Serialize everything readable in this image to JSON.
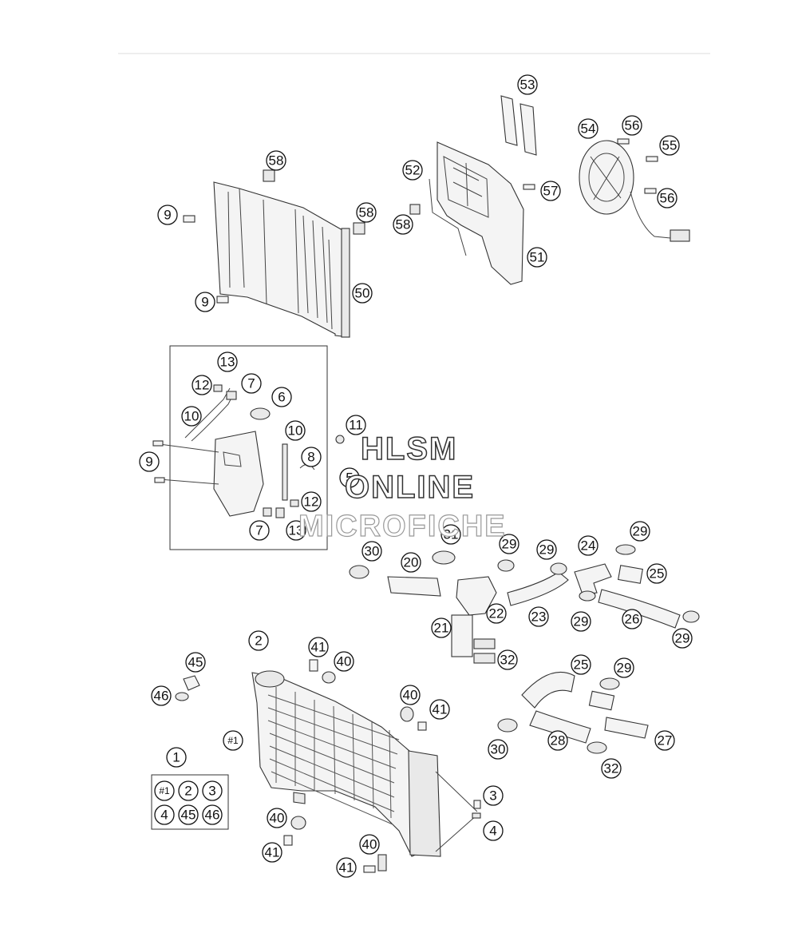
{
  "callouts": {
    "c53": "53",
    "c54": "54",
    "c56a": "56",
    "c55": "55",
    "c52": "52",
    "c57": "57",
    "c56b": "56",
    "c58a": "58",
    "c58b": "58",
    "c58c": "58",
    "c51": "51",
    "c9a": "9",
    "c9b": "9",
    "c50": "50",
    "c13a": "13",
    "c12a": "12",
    "c7a": "7",
    "c6": "6",
    "c10a": "10",
    "c10b": "10",
    "c11": "11",
    "c9c": "9",
    "c8": "8",
    "c5": "5",
    "c12b": "12",
    "c7b": "7",
    "c13b": "13",
    "c29a": "29",
    "c31": "31",
    "c29b": "29",
    "c29c": "29",
    "c24": "24",
    "c30a": "30",
    "c20": "20",
    "c25a": "25",
    "c22": "22",
    "c23": "23",
    "c29d": "29",
    "c26": "26",
    "c21": "21",
    "c29e": "29",
    "c32a": "32",
    "c2": "2",
    "c41a": "41",
    "c40a": "40",
    "c45": "45",
    "c46": "46",
    "c40b": "40",
    "c41b": "41",
    "c25b": "25",
    "c29f": "29",
    "chash1": "#1",
    "c28": "28",
    "c27": "27",
    "c30b": "30",
    "c32b": "32",
    "c1": "1",
    "c3": "3",
    "c4": "4",
    "c40c": "40",
    "c41c": "41",
    "c40d": "40",
    "c41d": "41",
    "k_hash1": "#1",
    "k_2": "2",
    "k_3": "3",
    "k_4": "4",
    "k_45": "45",
    "k_46": "46"
  },
  "watermark": {
    "line1": "HLSM",
    "line2": "ONLINE",
    "line3": "MICROFICHE"
  }
}
